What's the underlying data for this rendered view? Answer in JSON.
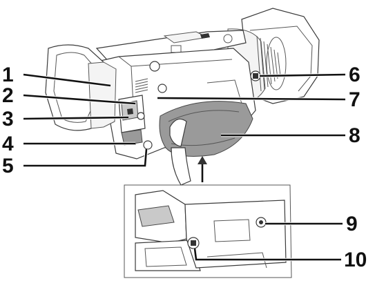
{
  "figure": {
    "callouts": [
      {
        "id": "1",
        "label": "1"
      },
      {
        "id": "2",
        "label": "2"
      },
      {
        "id": "3",
        "label": "3"
      },
      {
        "id": "4",
        "label": "4"
      },
      {
        "id": "5",
        "label": "5"
      },
      {
        "id": "6",
        "label": "6"
      },
      {
        "id": "7",
        "label": "7"
      },
      {
        "id": "8",
        "label": "8"
      },
      {
        "id": "9",
        "label": "9"
      },
      {
        "id": "10",
        "label": "10"
      }
    ],
    "colors": {
      "line": "#111111",
      "strap": "#9a9a9a",
      "body_outline": "#3a3a3a",
      "background": "#ffffff"
    }
  }
}
